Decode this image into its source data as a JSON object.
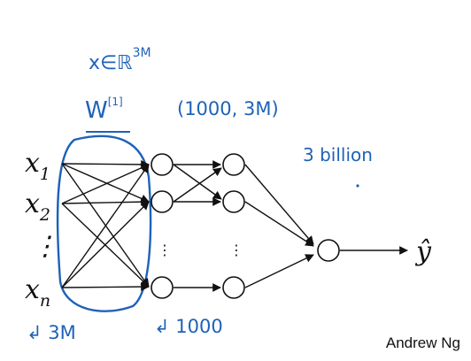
{
  "annotations": {
    "input_dim": "x∈ℝ",
    "input_dim_sup": "3M",
    "weight": "W",
    "weight_sup": "[1]",
    "weight_shape": "(1000, 3M)",
    "param_count": "3 billion",
    "input_count": "↲ 3M",
    "hidden_count": "↲ 1000"
  },
  "inputs": [
    {
      "base": "x",
      "sub": "1"
    },
    {
      "base": "x",
      "sub": "2"
    },
    {
      "base": "⋮",
      "sub": ""
    },
    {
      "base": "x",
      "sub": "n"
    }
  ],
  "output": {
    "label": "ŷ"
  },
  "ellipsis": "⋮",
  "credit": "Andrew Ng",
  "colors": {
    "ink": "#111111",
    "annotation": "#1e62b8"
  }
}
